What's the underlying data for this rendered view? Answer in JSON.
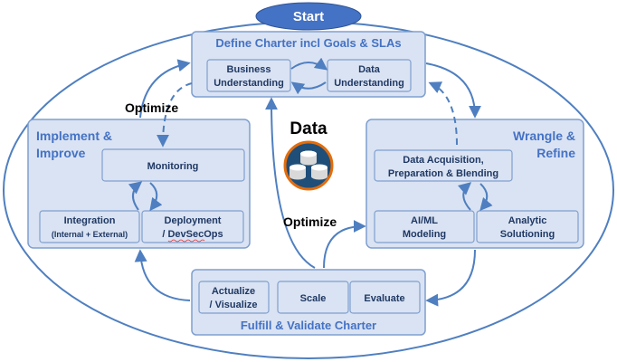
{
  "start": {
    "label": "Start"
  },
  "charter": {
    "title": "Define Charter incl Goals & SLAs",
    "business_line1": "Business",
    "business_line2": "Understanding",
    "data_line1": "Data",
    "data_line2": "Understanding"
  },
  "implement": {
    "title_line1": "Implement &",
    "title_line2": "Improve",
    "monitoring": "Monitoring",
    "integration_line1": "Integration",
    "integration_line2": "(Internal + External)",
    "deployment_line1": "Deployment",
    "deployment_line2": "/ DevSecOps"
  },
  "wrangle": {
    "title_line1": "Wrangle &",
    "title_line2": "Refine",
    "acq_line1": "Data Acquisition,",
    "acq_line2": "Preparation & Blending",
    "aiml_line1": "AI/ML",
    "aiml_line2": "Modeling",
    "analytic_line1": "Analytic",
    "analytic_line2": "Solutioning"
  },
  "fulfill": {
    "title": "Fulfill & Validate Charter",
    "actualize_line1": "Actualize",
    "actualize_line2": "/ Visualize",
    "scale": "Scale",
    "evaluate": "Evaluate"
  },
  "center": {
    "label": "Data"
  },
  "labels": {
    "optimize_top": "Optimize",
    "optimize_mid": "Optimize"
  },
  "colors": {
    "accent": "#4472c4",
    "box_fill": "#dae3f3",
    "box_stroke": "#7f9fcf",
    "title_text": "#4472c4",
    "body_text": "#1f3864",
    "start_fill": "#4472c4",
    "icon_ring": "#e46c0a",
    "icon_bg": "#1f4e79"
  }
}
